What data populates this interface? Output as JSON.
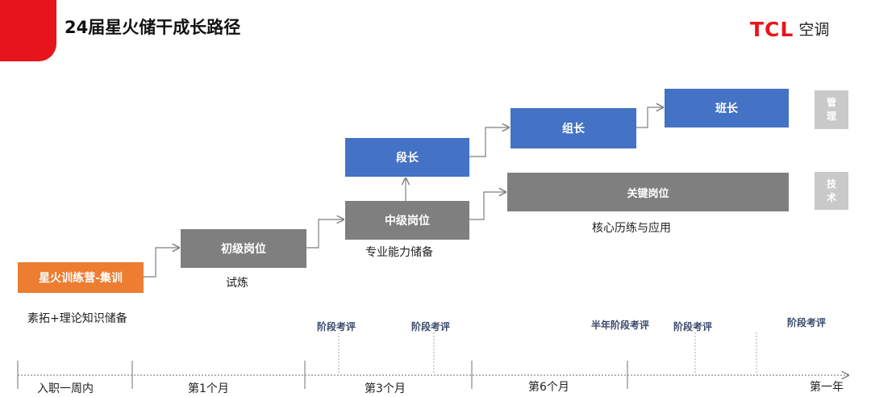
{
  "header": {
    "title": "24届星火储干成长路径",
    "brand": "TCL",
    "brand_suffix": "空调",
    "brand_color": "#e8141b"
  },
  "path": {
    "camp": "星火训练营-集训",
    "camp_note": "素拓+理论知识储备",
    "junior": "初级岗位",
    "junior_note": "试炼",
    "middle": "中级岗位",
    "middle_note": "专业能力储备",
    "section_leader": "段长",
    "group_leader": "组长",
    "team_leader": "班长",
    "key_post": "关键岗位",
    "key_post_note": "核心历练与应用"
  },
  "tracks": {
    "management": [
      "管",
      "理"
    ],
    "technical": [
      "技",
      "术"
    ]
  },
  "evaluations": {
    "e1": "阶段考评",
    "e2": "阶段考评",
    "e3": "半年阶段考评",
    "e4": "阶段考评",
    "e5": "阶段考评"
  },
  "timeline": {
    "t1": "入职一周内",
    "t2": "第1个月",
    "t3": "第3个月",
    "t4": "第6个月",
    "t5": "第一年"
  },
  "colors": {
    "orange": "#ed7d31",
    "grey": "#7f7f7f",
    "blue": "#4472c4",
    "side": "#c9c9c9"
  }
}
